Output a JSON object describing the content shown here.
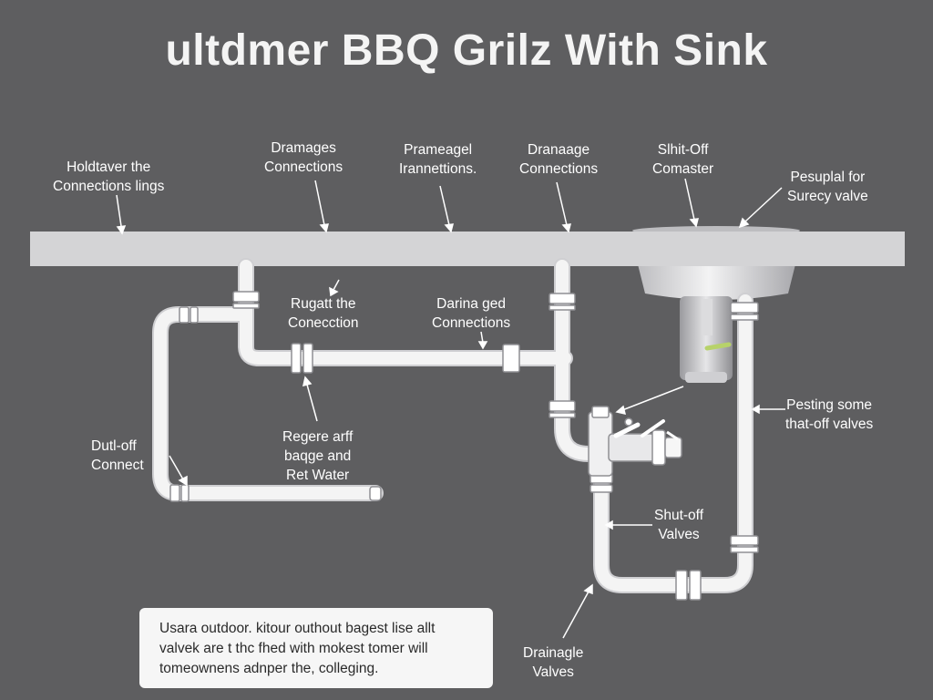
{
  "title": "ultdmer BBQ Grilz With Sink",
  "labels": {
    "hold_connections": [
      "Holdtaver the",
      "Connections lings"
    ],
    "drainage_top1": [
      "Dramages",
      "Connections"
    ],
    "pramaegel": [
      "Prameagel",
      "Irannettions."
    ],
    "drainage_top2": [
      "Dranaage",
      "Connections"
    ],
    "shutoff_top": [
      "Slhit-Off",
      "Comaster"
    ],
    "pesupial": [
      "Pesuplal for",
      "Surecy valve"
    ],
    "rugatt": [
      "Rugatt the",
      "Conecction"
    ],
    "drainage_mid": [
      "Darina ged",
      "Connections"
    ],
    "dutl_off": [
      "Dutl-off",
      "Connect"
    ],
    "regere": [
      "Regere arff",
      "baqge and",
      "Ret Water"
    ],
    "pesting": [
      "Pesting some",
      "that-off valves"
    ],
    "shutoff_valves": [
      "Shut-off",
      "Valves"
    ],
    "drainage_valves": [
      "Drainagle",
      "Valves"
    ]
  },
  "note": [
    "Usara outdoor. kitour outhout bagest lise allt",
    "valvek are t thc fhed with mokest tomer will",
    "tomeownens adnper the, colleging."
  ],
  "colors": {
    "background": "#5e5e60",
    "countertop": "#d4d4d6",
    "pipe": "#f4f4f4",
    "pipe_outline": "#cfcfd2",
    "valve_handle": "#b7d26a"
  }
}
